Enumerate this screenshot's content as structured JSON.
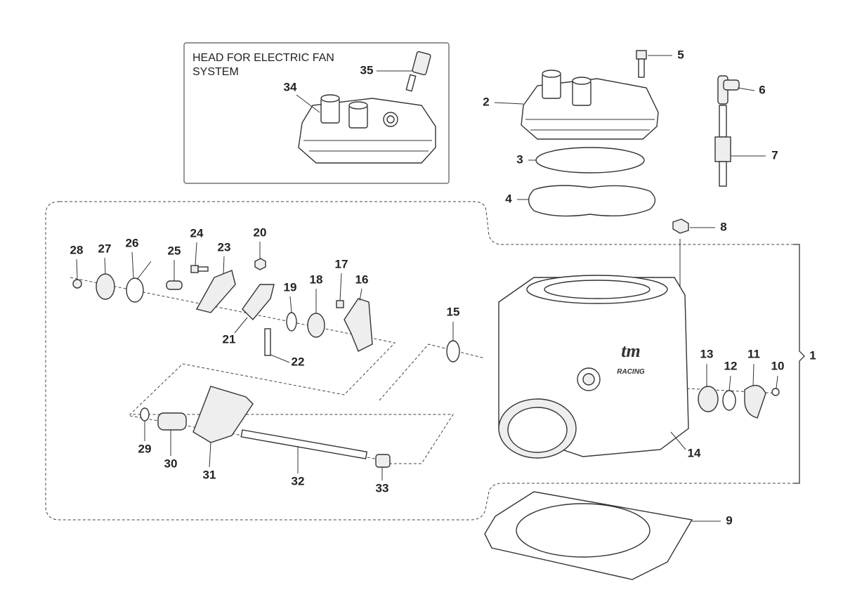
{
  "inset_box": {
    "caption_line1": "HEAD FOR ELECTRIC FAN",
    "caption_line2": "SYSTEM"
  },
  "logo": {
    "text": "tm",
    "subtext": "RACING"
  },
  "labels": {
    "p1": "1",
    "p2": "2",
    "p3": "3",
    "p4": "4",
    "p5": "5",
    "p6": "6",
    "p7": "7",
    "p8": "8",
    "p9": "9",
    "p10": "10",
    "p11": "11",
    "p12": "12",
    "p13": "13",
    "p14": "14",
    "p15": "15",
    "p16": "16",
    "p17": "17",
    "p18": "18",
    "p19": "19",
    "p20": "20",
    "p21": "21",
    "p22": "22",
    "p23": "23",
    "p24": "24",
    "p25": "25",
    "p26": "26",
    "p27": "27",
    "p28": "28",
    "p29": "29",
    "p30": "30",
    "p31": "31",
    "p32": "32",
    "p33": "33",
    "p34": "34",
    "p35": "35"
  }
}
